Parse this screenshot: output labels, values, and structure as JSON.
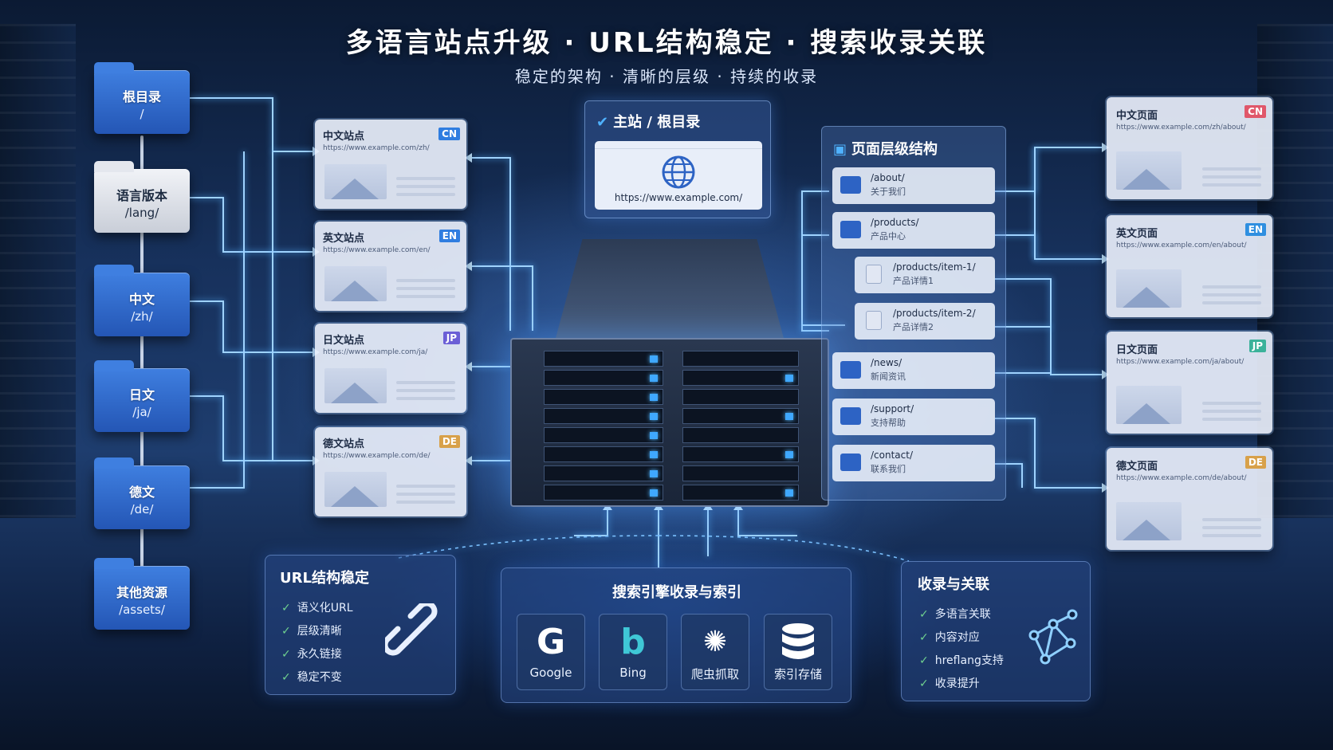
{
  "header": {
    "title": "多语言站点升级 · URL结构稳定 · 搜索收录关联",
    "subtitle": "稳定的架构 · 清晰的层级 · 持续的收录"
  },
  "folders": [
    {
      "name": "根目录",
      "path": "/"
    },
    {
      "name": "语言版本",
      "path": "/lang/"
    },
    {
      "name": "中文",
      "path": "/zh/"
    },
    {
      "name": "日文",
      "path": "/ja/"
    },
    {
      "name": "德文",
      "path": "/de/"
    },
    {
      "name": "其他资源",
      "path": "/assets/"
    }
  ],
  "sites": [
    {
      "title": "中文站点",
      "url": "https://www.example.com/zh/",
      "code": "CN",
      "color": "#2f7de0"
    },
    {
      "title": "英文站点",
      "url": "https://www.example.com/en/",
      "code": "EN",
      "color": "#2f7de0"
    },
    {
      "title": "日文站点",
      "url": "https://www.example.com/ja/",
      "code": "JP",
      "color": "#6b5fd6"
    },
    {
      "title": "德文站点",
      "url": "https://www.example.com/de/",
      "code": "DE",
      "color": "#d8a14a"
    }
  ],
  "main_site": {
    "title": "主站 / 根目录",
    "url": "https://www.example.com/"
  },
  "hierarchy": {
    "title": "页面层级结构",
    "items": [
      {
        "path": "/about/",
        "label": "关于我们",
        "icon": "folder-icon"
      },
      {
        "path": "/products/",
        "label": "产品中心",
        "icon": "folder-icon"
      },
      {
        "path": "/products/item-1/",
        "label": "产品详情1",
        "icon": "document-icon"
      },
      {
        "path": "/products/item-2/",
        "label": "产品详情2",
        "icon": "document-icon"
      },
      {
        "path": "/news/",
        "label": "新闻资讯",
        "icon": "folder-icon"
      },
      {
        "path": "/support/",
        "label": "支持帮助",
        "icon": "folder-icon"
      },
      {
        "path": "/contact/",
        "label": "联系我们",
        "icon": "folder-icon"
      }
    ]
  },
  "pages": [
    {
      "title": "中文页面",
      "url": "https://www.example.com/zh/about/",
      "code": "CN",
      "color": "#e0576a"
    },
    {
      "title": "英文页面",
      "url": "https://www.example.com/en/about/",
      "code": "EN",
      "color": "#2f8fe0"
    },
    {
      "title": "日文页面",
      "url": "https://www.example.com/ja/about/",
      "code": "JP",
      "color": "#3bb29a"
    },
    {
      "title": "德文页面",
      "url": "https://www.example.com/de/about/",
      "code": "DE",
      "color": "#d8a14a"
    }
  ],
  "url_box": {
    "title": "URL结构稳定",
    "items": [
      "语义化URL",
      "层级清晰",
      "永久链接",
      "稳定不变"
    ],
    "icon": "link-icon"
  },
  "search_box": {
    "title": "搜索引擎收录与索引",
    "engines": [
      {
        "name": "Google",
        "icon": "google-icon"
      },
      {
        "name": "Bing",
        "icon": "bing-icon"
      },
      {
        "name": "爬虫抓取",
        "icon": "spider-icon"
      },
      {
        "name": "索引存储",
        "icon": "database-icon"
      }
    ]
  },
  "assoc_box": {
    "title": "收录与关联",
    "items": [
      "多语言关联",
      "内容对应",
      "hreflang支持",
      "收录提升"
    ],
    "icon": "network-icon"
  }
}
